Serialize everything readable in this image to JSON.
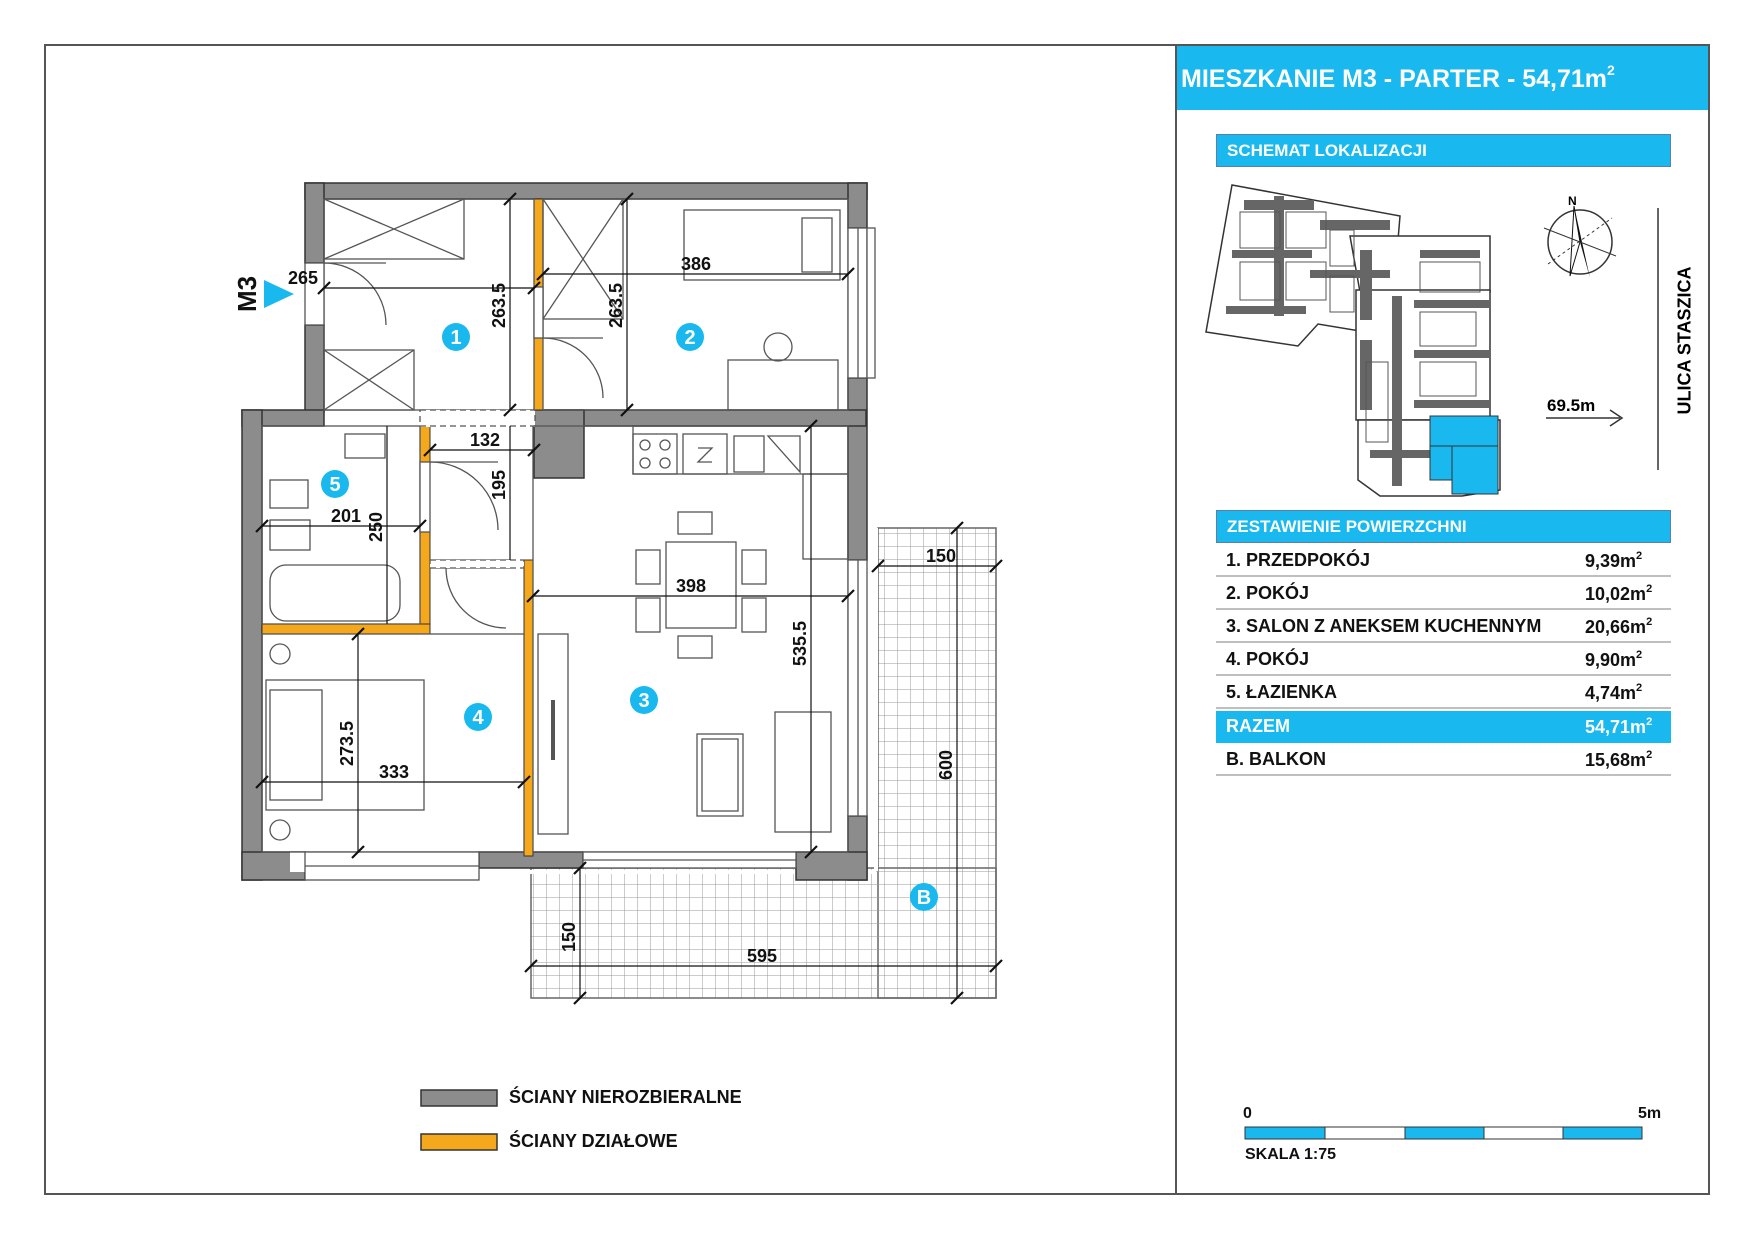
{
  "title": {
    "main": "MIESZKANIE M3 - PARTER - 54,71m",
    "sup": "2"
  },
  "location": {
    "header": "SCHEMAT LOKALIZACJI",
    "street": "ULICA STASZICA",
    "distance": "69.5m",
    "north": "N"
  },
  "areas": {
    "header": "ZESTAWIENIE POWIERZCHNI",
    "rows": [
      {
        "name": "1. PRZEDPOKÓJ",
        "value": "9,39m",
        "sup": "2"
      },
      {
        "name": "2. POKÓJ",
        "value": "10,02m",
        "sup": "2"
      },
      {
        "name": "3. SALON Z ANEKSEM KUCHENNYM",
        "value": "20,66m",
        "sup": "2"
      },
      {
        "name": "4. POKÓJ",
        "value": "9,90m",
        "sup": "2"
      },
      {
        "name": "5. ŁAZIENKA",
        "value": "4,74m",
        "sup": "2"
      }
    ],
    "total": {
      "name": "RAZEM",
      "value": "54,71m",
      "sup": "2"
    },
    "balcony": {
      "name": "B. BALKON",
      "value": "15,68m",
      "sup": "2"
    }
  },
  "scale": {
    "start": "0",
    "end": "5m",
    "label": "SKALA 1:75"
  },
  "legend": [
    {
      "label": "ŚCIANY NIEROZBIERALNE",
      "color": "#8c8c8c"
    },
    {
      "label": "ŚCIANY DZIAŁOWE",
      "color": "#f5a81c"
    }
  ],
  "plan": {
    "entry_label": "M3",
    "rooms": [
      "1",
      "2",
      "3",
      "4",
      "5",
      "B"
    ],
    "dims": {
      "d265": "265",
      "d386": "386",
      "d263a": "263.5",
      "d263b": "263.5",
      "d132": "132",
      "d195": "195",
      "d201": "201",
      "d250": "250",
      "d398": "398",
      "d535": "535.5",
      "d273": "273.5",
      "d333": "333",
      "d150a": "150",
      "d600": "600",
      "d150b": "150",
      "d595": "595"
    }
  },
  "colors": {
    "accent": "#19b9ef",
    "wall": "#8c8c8c",
    "partition": "#f5a81c"
  }
}
